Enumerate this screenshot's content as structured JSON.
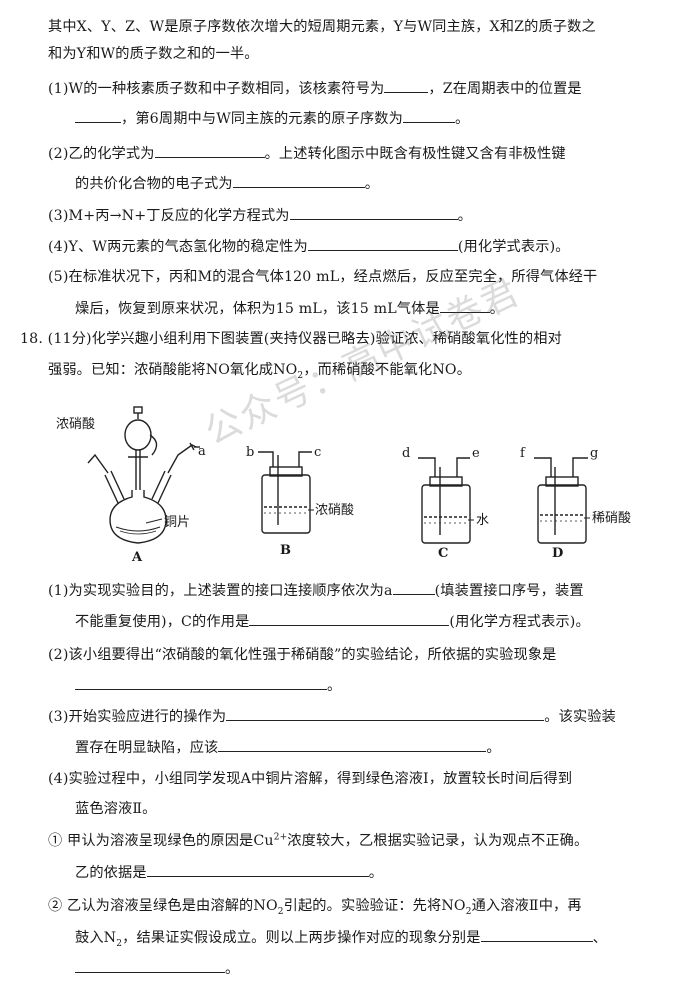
{
  "intro": {
    "l1": "其中X、Y、Z、W是原子序数依次增大的短周期元素，Y与W同主族，X和Z的质子数之",
    "l2": "和为Y和W的质子数之和的一半。"
  },
  "q17": {
    "p1a": "(1)W的一种核素质子数和中子数相同，该核素符号为",
    "p1b": "，Z在周期表中的位置是",
    "p1c": "，第6周期中与W同主族的元素的原子序数为",
    "p1d": "。",
    "p2a": "(2)乙的化学式为",
    "p2b": "。上述转化图示中既含有极性键又含有非极性键",
    "p2c": "的共价化合物的电子式为",
    "p2d": "。",
    "p3a": "(3)M+丙→N+丁反应的化学方程式为",
    "p3b": "。",
    "p4a": "(4)Y、W两元素的气态氢化物的稳定性为",
    "p4b": "(用化学式表示)。",
    "p5a": "(5)在标准状况下，丙和M的混合气体120 mL，经点燃后，反应至完全，所得气体经干",
    "p5b": "燥后，恢复到原来状况，体积为15 mL，该15 mL气体是",
    "p5c": "。"
  },
  "q18": {
    "h1": "18. (11分)化学兴趣小组利用下图装置(夹持仪器已略去)验证浓、稀硝酸氧化性的相对",
    "h2a": "强弱。已知：浓硝酸能将NO氧化成NO",
    "h2sub": "2",
    "h2b": "，而稀硝酸不能氧化NO。",
    "p1a": "(1)为实现实验目的，上述装置的接口连接顺序依次为a",
    "p1b": "(填装置接口序号，装置",
    "p1c": "不能重复使用)，C的作用是",
    "p1d": "(用化学方程式表示)。",
    "p2a": "(2)该小组要得出“浓硝酸的氧化性强于稀硝酸”的实验结论，所依据的实验现象是",
    "p2b": "。",
    "p3a": "(3)开始实验应进行的操作为",
    "p3b": "。该实验装",
    "p3c": "置存在明显缺陷，应该",
    "p3d": "。",
    "p4a": "(4)实验过程中，小组同学发现A中铜片溶解，得到绿色溶液Ⅰ，放置较长时间后得到",
    "p4b": "蓝色溶液Ⅱ。",
    "s1a": "① 甲认为溶液呈现绿色的原因是Cu",
    "s1sup": "2+",
    "s1b": "浓度较大，乙根据实验记录，认为观点不正确。",
    "s1c": "乙的依据是",
    "s1d": "。",
    "s2a": "② 乙认为溶液呈绿色是由溶解的NO",
    "s2sub1": "2",
    "s2b": "引起的。实验验证：先将NO",
    "s2sub2": "2",
    "s2c": "通入溶液Ⅱ中，再",
    "s2d": "鼓入N",
    "s2sub3": "2",
    "s2e": "，结果证实假设成立。则以上两步操作对应的现象分别是",
    "s2f": "、",
    "s2g": "。"
  },
  "figure": {
    "label_conc_acid_top": "浓硝酸",
    "label_copper": "铜片",
    "label_conc_acid_B": "浓硝酸",
    "label_water": "水",
    "label_dilute_acid": "稀硝酸",
    "port_a": "a",
    "port_b": "b",
    "port_c": "c",
    "port_d": "d",
    "port_e": "e",
    "port_f": "f",
    "port_g": "g",
    "cap_A": "A",
    "cap_B": "B",
    "cap_C": "C",
    "cap_D": "D"
  },
  "watermark": "公众号：高中试卷君"
}
